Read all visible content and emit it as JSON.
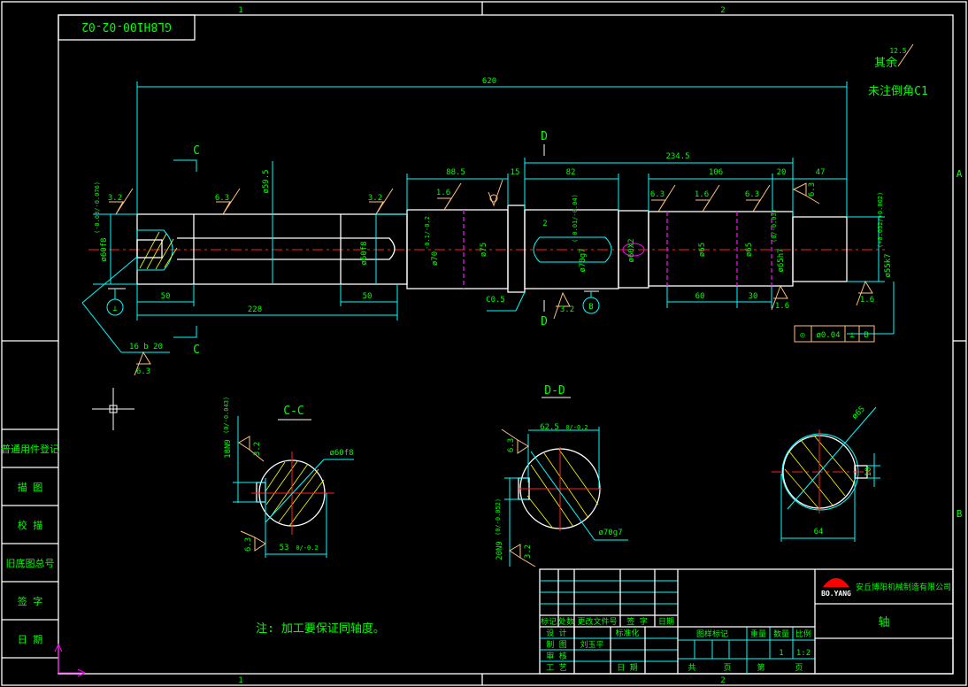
{
  "drawing_number": "GL8H100-02-02",
  "zones": {
    "top": [
      "1",
      "2"
    ],
    "bottom": [
      "1",
      "2"
    ],
    "right": [
      "A",
      "B"
    ]
  },
  "left_column": [
    "普通用件登记",
    "描  图",
    "校  描",
    "旧底图总号",
    "签  字",
    "日  期"
  ],
  "notes": {
    "other_roughness_label": "其余",
    "other_roughness_value": "12.5",
    "chamfer_note": "未注倒角C1",
    "coaxiality_note": "注: 加工要保证同轴度。"
  },
  "dimensions": {
    "overall": "620",
    "d1": "88.5",
    "d2": "15",
    "d3": "234.5",
    "d4": "82",
    "d5": "106",
    "d6": "20",
    "d7": "47",
    "l50a": "50",
    "l50b": "50",
    "l228": "228",
    "l60": "60",
    "l30": "30",
    "dia_595": "ø59.5",
    "dia_60f8_left": "ø60f8",
    "dia_60f8_left_tol": "(-0.03/-0.076)",
    "dia_60f8_right": "ø60f8",
    "dia_70": "ø70",
    "dia_70_tol": "-0.1/-0.2",
    "dia_75": "ø75",
    "dia_70g7": "ø70g7",
    "dia_70g7_tol": "(-0.01/-0.04)",
    "neck": "ø60X2",
    "dia_65a": "ø65",
    "dia_65b": "ø65",
    "dia_65h7": "ø65h7",
    "dia_65h7_tol": "(0/-0.03)",
    "dia_55k7": "ø55k7",
    "dia_55k7_tol": "(+0.032/+0.002)",
    "slot_2": "2",
    "chamfer_c05": "C0.5",
    "key_note": "16  b 20"
  },
  "roughness": [
    "3.2",
    "6.3",
    "3.2",
    "1.6",
    "6.3",
    "1.6",
    "6.3",
    "6.3",
    "3.2",
    "1.6",
    "1.6",
    "6.3"
  ],
  "section_marks": {
    "c": "C",
    "d": "D"
  },
  "datums": {
    "left": "⊥",
    "b": "B"
  },
  "tolerance_frame": {
    "symbol": "◎",
    "value": "ø0.04",
    "type": "⊥",
    "datum": "B"
  },
  "section_cc": {
    "title": "C-C",
    "width": "18N9",
    "width_tol": "(0/-0.043)",
    "depth": "53",
    "depth_tol": "0/-0.2",
    "dia": "ø60f8",
    "r1": "3.2",
    "r2": "6.3"
  },
  "section_dd": {
    "title": "D-D",
    "width": "20N9",
    "width_tol": "(0/-0.052)",
    "depth": "62.5",
    "depth_tol": "0/-0.2",
    "dia": "ø70g7",
    "r1": "6.3",
    "r2": "3.2"
  },
  "section_right": {
    "dia": "ø65",
    "width": "64",
    "key": "10"
  },
  "title_block": {
    "company": "安丘博阳机械制造有限公司",
    "logo_text": "BO.YANG",
    "part_name": "轴",
    "header": [
      "标记",
      "处数",
      "更改文件号",
      "签  字",
      "日期"
    ],
    "rows": [
      {
        "label": "设  计",
        "value": "",
        "label2": "标准化"
      },
      {
        "label": "制  图",
        "value": "刘玉平",
        "label2": ""
      },
      {
        "label": "审  核",
        "value": "",
        "label2": ""
      },
      {
        "label": "工  艺",
        "value": "",
        "label2": "日  期"
      }
    ],
    "mid_header": [
      "图样标记",
      "重量",
      "数量",
      "比例"
    ],
    "quantity": "1",
    "scale": "1:2",
    "pages": [
      "共",
      "页",
      "第",
      "页"
    ]
  },
  "colors": {
    "background": "#000000",
    "outline": "#ffffff",
    "dimension": "#00ffff",
    "text": "#00ff00",
    "centerline": "#ff2020",
    "roughness": "#ffc080"
  }
}
